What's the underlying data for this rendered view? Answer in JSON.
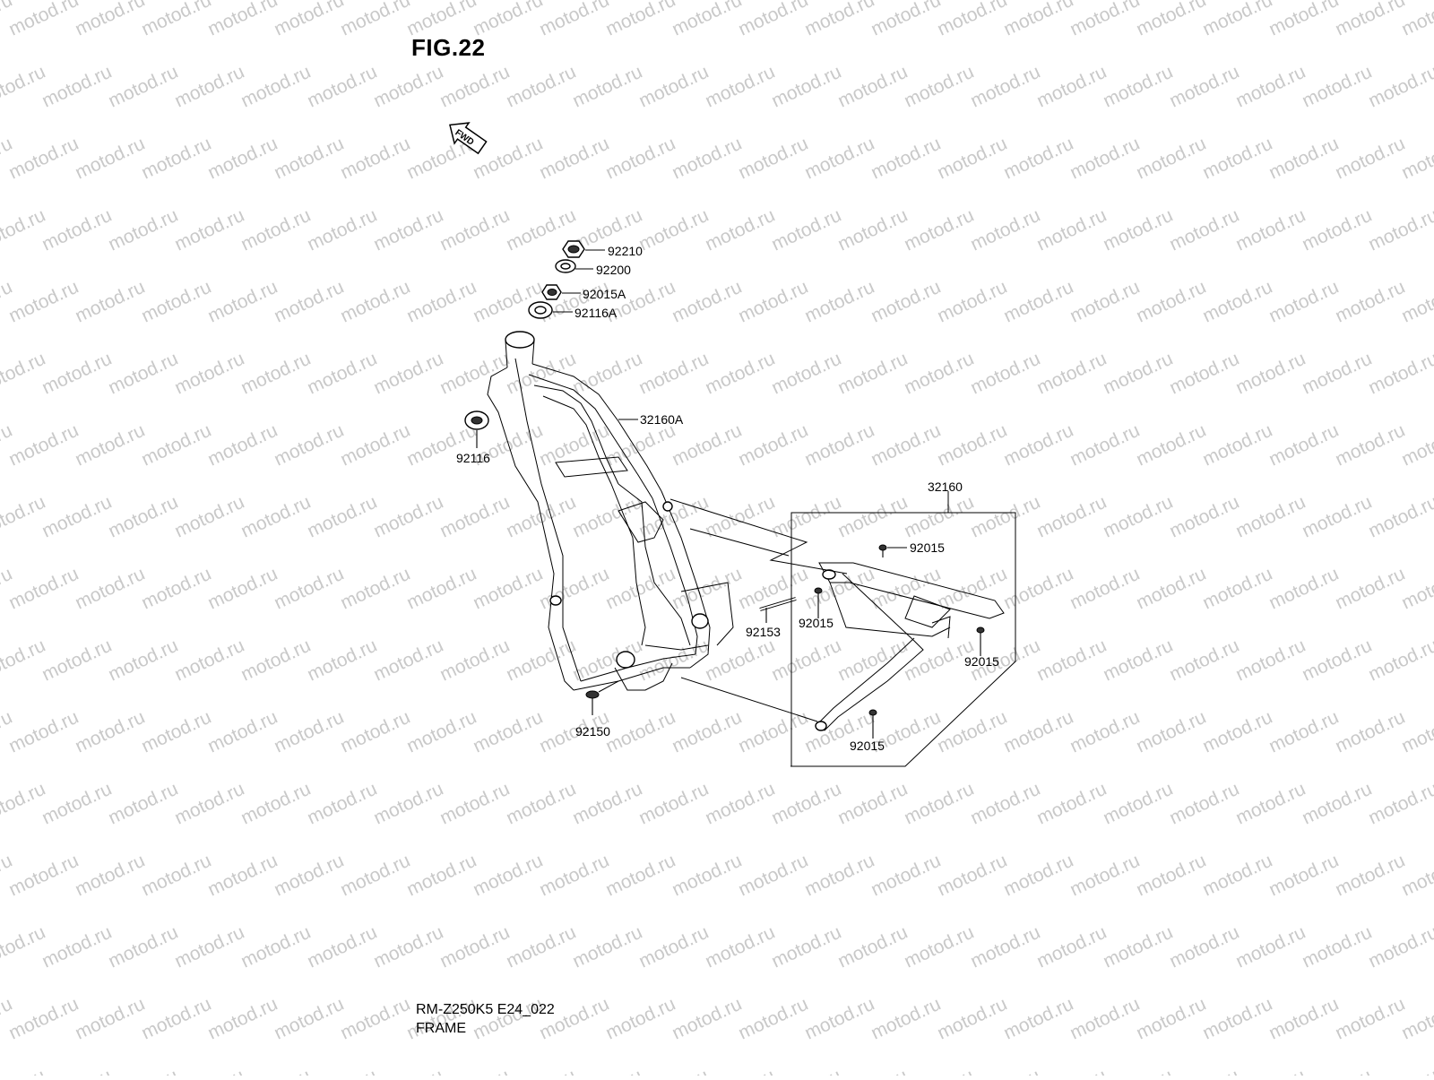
{
  "figure": {
    "title": "FIG.22",
    "fwd_label": "FWD"
  },
  "watermark": {
    "text": "motod.ru"
  },
  "footer": {
    "model": "RM-Z250K5 E24_022",
    "name": "FRAME"
  },
  "parts": {
    "p92210": "92210",
    "p92200": "92200",
    "p92015A": "92015A",
    "p92116A": "92116A",
    "p92116": "92116",
    "p32160A": "32160A",
    "p32160": "32160",
    "p92015_a": "92015",
    "p92015_b": "92015",
    "p92015_c": "92015",
    "p92015_d": "92015",
    "p92153": "92153",
    "p92150": "92150"
  }
}
